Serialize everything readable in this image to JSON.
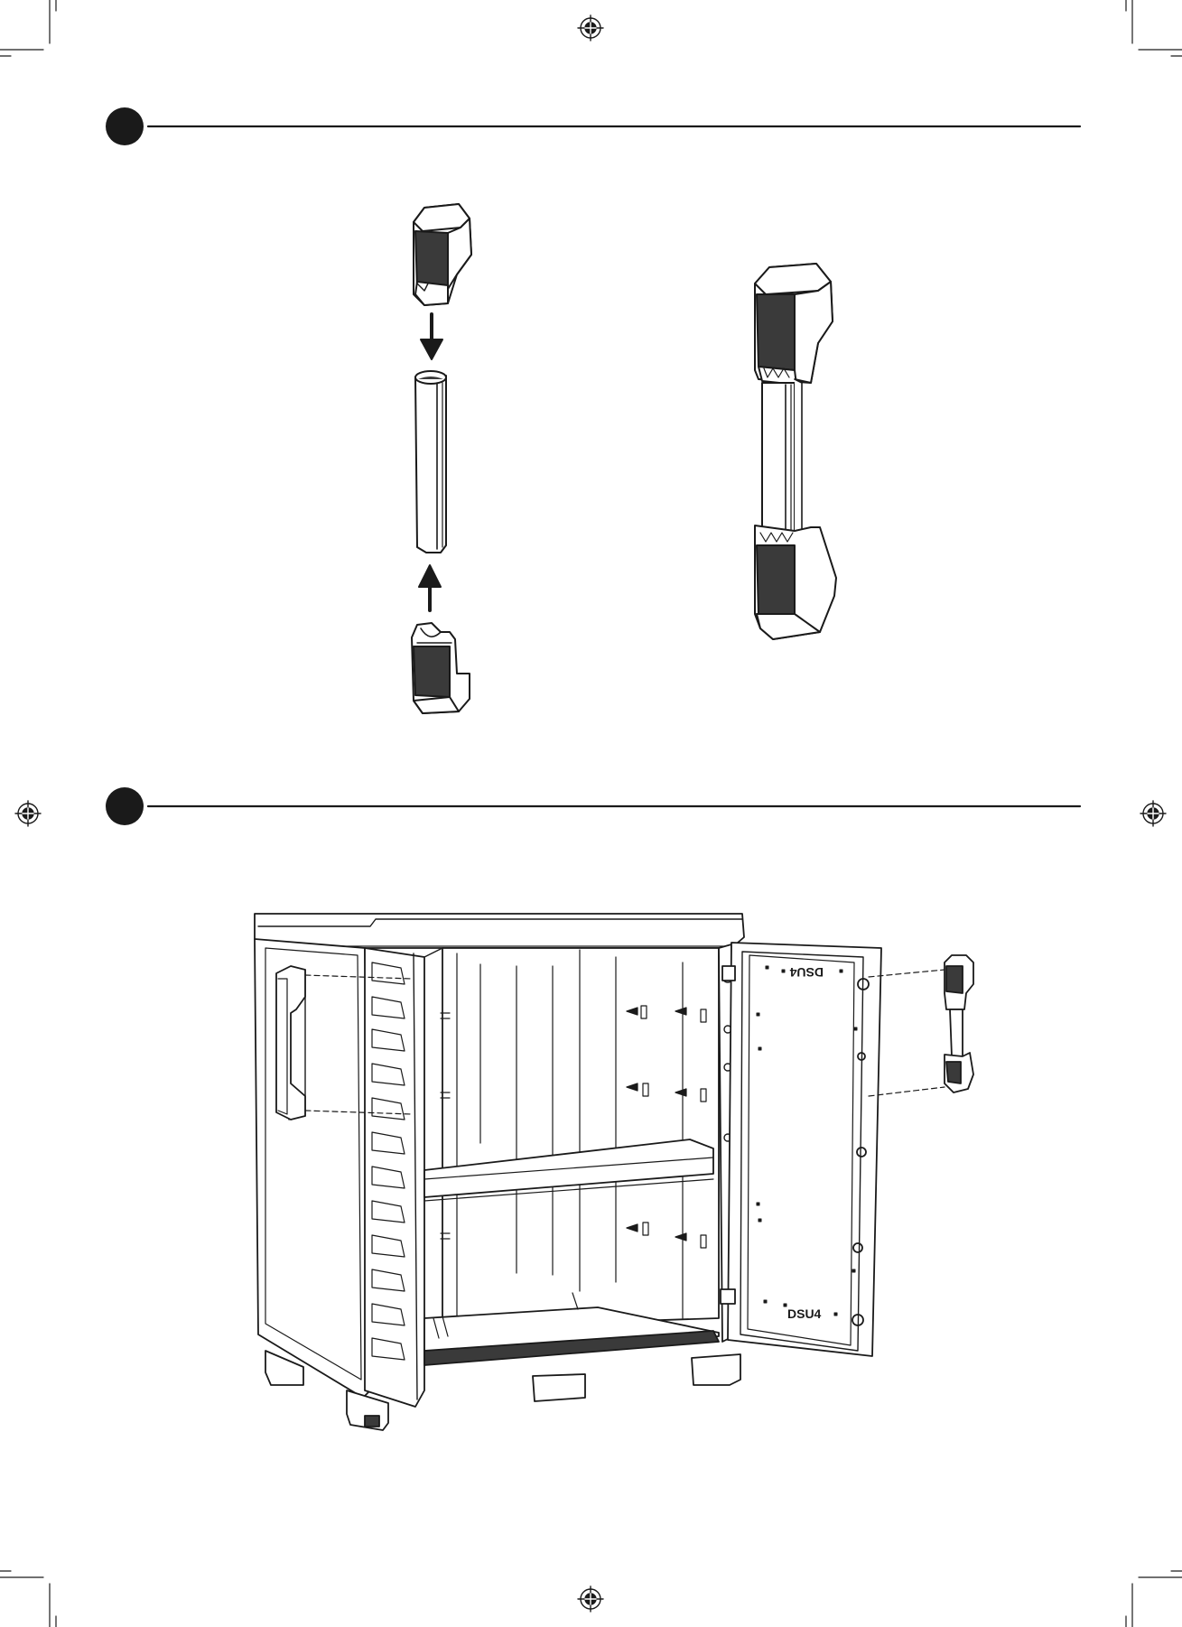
{
  "page": {
    "background": "#ffffff",
    "ink": "#1a1a1a",
    "shade": "#3a3a3a"
  },
  "steps": [
    {
      "marker": "step-marker-filled-circle",
      "title": ""
    },
    {
      "marker": "step-marker-filled-circle",
      "title": ""
    }
  ],
  "door": {
    "inner_label_top": "DSU4",
    "inner_label_bottom": "DSU4"
  },
  "icons": [
    "registration-mark-icon",
    "crop-mark-icon",
    "arrow-down-icon",
    "arrow-up-icon"
  ]
}
